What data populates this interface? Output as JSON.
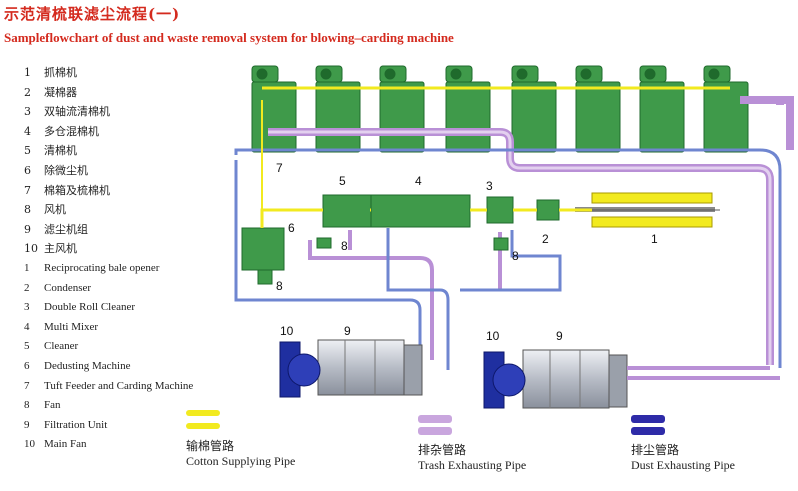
{
  "title_cn": "示范清梳联滤尘流程(一)",
  "title_en": "Sampleflowchart of dust and waste removal system for blowing–carding machine",
  "legend_cn": [
    {
      "num": "1",
      "label": "抓棉机"
    },
    {
      "num": "2",
      "label": "凝棉器"
    },
    {
      "num": "3",
      "label": "双轴流清棉机"
    },
    {
      "num": "4",
      "label": "多仓混棉机"
    },
    {
      "num": "5",
      "label": "清棉机"
    },
    {
      "num": "6",
      "label": "除微尘机"
    },
    {
      "num": "7",
      "label": "棉箱及梳棉机"
    },
    {
      "num": "8",
      "label": "风机"
    },
    {
      "num": "9",
      "label": "滤尘机组"
    },
    {
      "num": "10",
      "label": "主风机"
    }
  ],
  "legend_en": [
    {
      "num": "1",
      "label": "Reciprocating bale opener"
    },
    {
      "num": "2",
      "label": "Condenser"
    },
    {
      "num": "3",
      "label": "Double Roll Cleaner"
    },
    {
      "num": "4",
      "label": "Multi Mixer"
    },
    {
      "num": "5",
      "label": "Cleaner"
    },
    {
      "num": "6",
      "label": "Dedusting Machine"
    },
    {
      "num": "7",
      "label": "Tuft Feeder and Carding Machine"
    },
    {
      "num": "8",
      "label": "Fan"
    },
    {
      "num": "9",
      "label": "Filtration Unit"
    },
    {
      "num": "10",
      "label": "Main Fan"
    }
  ],
  "pipes": [
    {
      "cn": "输棉管路",
      "en": "Cotton Supplying Pipe",
      "color": "#f2ea1f"
    },
    {
      "cn": "排杂管路",
      "en": "Trash Exhausting Pipe",
      "color": "#c9a6de"
    },
    {
      "cn": "排尘管路",
      "en": "Dust Exhausting Pipe",
      "color": "#2e2ba8"
    }
  ],
  "diagram_labels": {
    "n1": "1",
    "n2": "2",
    "n3": "3",
    "n4": "4",
    "n5": "5",
    "n6": "6",
    "n7": "7",
    "n8a": "8",
    "n8b": "8",
    "n8c": "8",
    "n9a": "9",
    "n9b": "9",
    "n10a": "10",
    "n10b": "10"
  },
  "colors": {
    "machine_green": "#3f9a4a",
    "machine_dark": "#1f6a2c",
    "cotton_yellow": "#f2ea1f",
    "trash_purple": "#c9a6de",
    "dust_blue": "#7f95d6",
    "fan_blue": "#1f2fa0",
    "title_red": "#d42a1e"
  }
}
